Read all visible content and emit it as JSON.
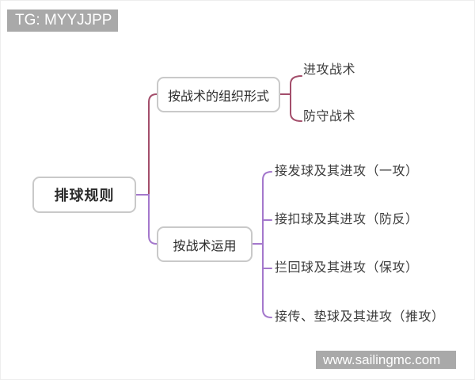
{
  "watermarks": {
    "top_left": "TG: MYYJJPP",
    "bottom_right": "www.sailingmc.com"
  },
  "colors": {
    "branch1_line": "#a34e6b",
    "branch2_line": "#a478cc",
    "node_border": "#c9c9c9",
    "watermark_bg": "#a9a9a9"
  },
  "mindmap": {
    "root": {
      "label": "排球规则"
    },
    "branches": [
      {
        "label": "按战术的组织形式",
        "children": [
          "进攻战术",
          "防守战术"
        ]
      },
      {
        "label": "按战术运用",
        "children": [
          "接发球及其进攻（一攻）",
          "接扣球及其进攻（防反）",
          "拦回球及其进攻（保攻）",
          "接传、垫球及其进攻（推攻）"
        ]
      }
    ]
  }
}
